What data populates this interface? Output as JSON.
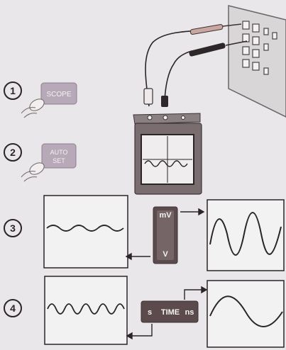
{
  "steps": [
    {
      "number": "1",
      "key_label": "SCOPE",
      "action": "press"
    },
    {
      "number": "2",
      "key_label_line1": "AUTO",
      "key_label_line2": "SET",
      "action": "press"
    },
    {
      "number": "3",
      "control_top": "mV",
      "control_bottom": "V",
      "control_type": "vertical-rocker"
    },
    {
      "number": "4",
      "control_left": "s",
      "control_mid": "TIME",
      "control_right": "ns",
      "control_type": "horizontal-rocker"
    }
  ],
  "colors": {
    "background": "#e9e7e9",
    "key_face": "#b7a9b8",
    "panel_dark": "#5b4b4d",
    "screen_frame": "#3a3436",
    "trace": "#2a2526"
  }
}
